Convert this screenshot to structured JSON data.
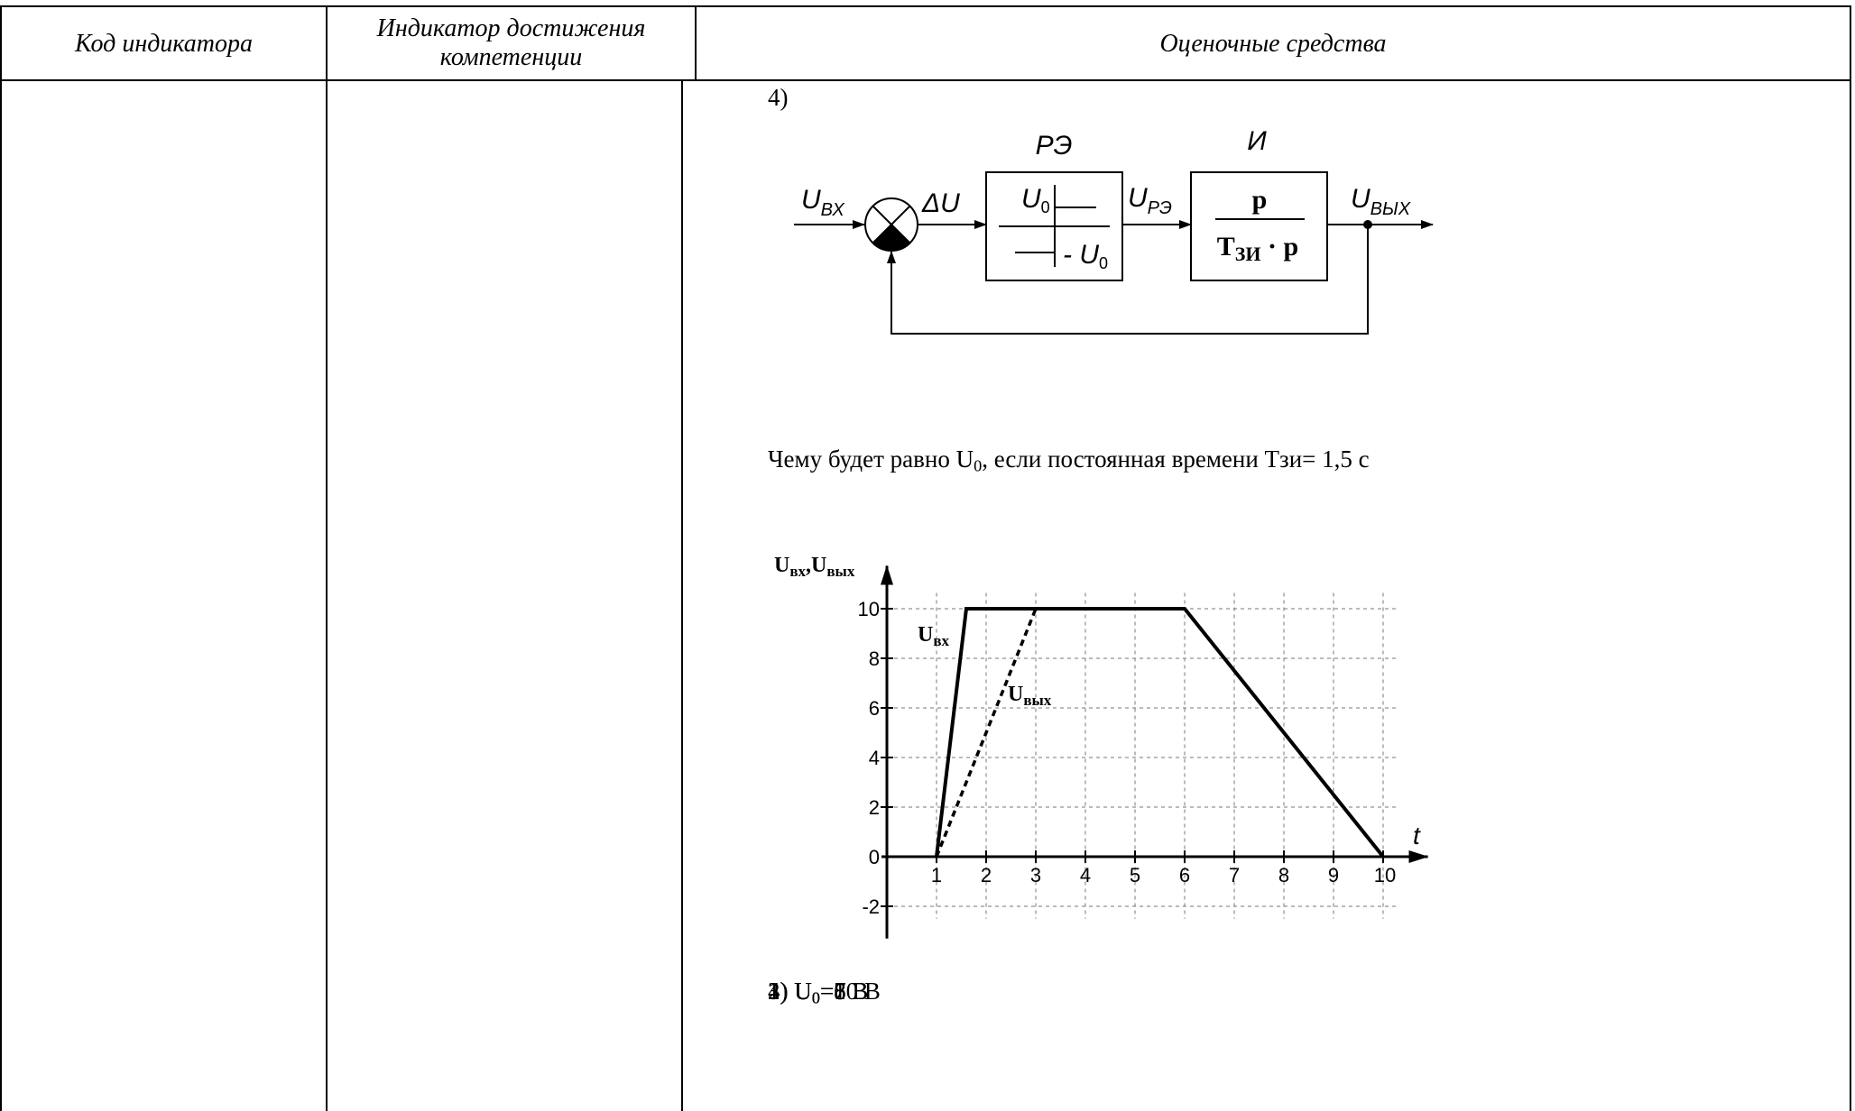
{
  "table": {
    "headers": {
      "code": "Код индикатора",
      "indicator_line1": "Индикатор достижения",
      "indicator_line2": "компетенции",
      "assessment": "Оценочные средства"
    }
  },
  "question": {
    "number": "4)",
    "text_before": "Чему будет равно U",
    "text_sub": "0",
    "text_after": ", если постоянная времени Тзи= 1,5 с",
    "options": [
      {
        "num": "1) U",
        "sub": "0",
        "rest": "=8 В"
      },
      {
        "num": "2) U",
        "sub": "0",
        "rest": "=10 В"
      },
      {
        "num": "3) U",
        "sub": "0",
        "rest": "=6 В"
      },
      {
        "num": "4) U",
        "sub": "0",
        "rest": "=7 В"
      }
    ]
  },
  "diagram": {
    "input_label": "U",
    "input_sub": "ВХ",
    "error_label": "ΔU",
    "relay_title": "РЭ",
    "relay_level_top": "U",
    "relay_level_top_sub": "0",
    "relay_level_bottom": "- U",
    "relay_level_bottom_sub": "0",
    "relay_out_label": "U",
    "relay_out_sub": "РЭ",
    "integrator_title": "И",
    "integrator_num": "p",
    "integrator_den_T": "T",
    "integrator_den_sub": "ЗИ",
    "integrator_den_rest": " · p",
    "output_label": "U",
    "output_sub": "ВЫХ"
  },
  "chart_data": {
    "type": "line",
    "ylabel_main1": "U",
    "ylabel_sub1": "вх",
    "ylabel_sep": ",",
    "ylabel_main2": "U",
    "ylabel_sub2": "вых",
    "xlabel": "t",
    "x_ticks": [
      "1",
      "2",
      "3",
      "4",
      "5",
      "6",
      "7",
      "8",
      "9",
      "10"
    ],
    "y_ticks": [
      "10",
      "8",
      "6",
      "4",
      "2",
      "0",
      "-2"
    ],
    "xlim": [
      0,
      10.5
    ],
    "ylim": [
      -3,
      11
    ],
    "grid": true,
    "series": [
      {
        "name_main": "U",
        "name_sub": "вх",
        "style": "solid",
        "x": [
          1,
          1.6,
          6,
          10
        ],
        "y": [
          0,
          10,
          10,
          0
        ]
      },
      {
        "name_main": "U",
        "name_sub": "вых",
        "style": "dashed",
        "x": [
          1,
          3
        ],
        "y": [
          0,
          10
        ]
      }
    ]
  }
}
